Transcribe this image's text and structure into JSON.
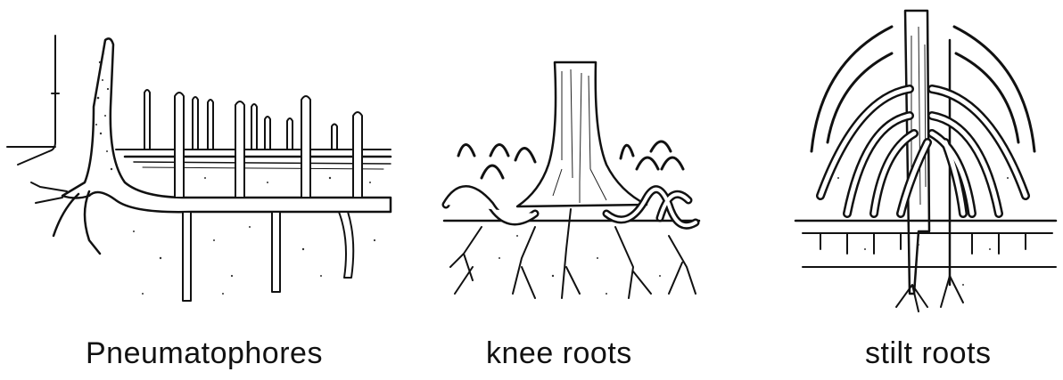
{
  "figure": {
    "panels": [
      {
        "id": "pneumatophores",
        "caption": "Pneumatophores"
      },
      {
        "id": "knee-roots",
        "caption": "knee roots"
      },
      {
        "id": "stilt-roots",
        "caption": "stilt roots"
      }
    ]
  }
}
